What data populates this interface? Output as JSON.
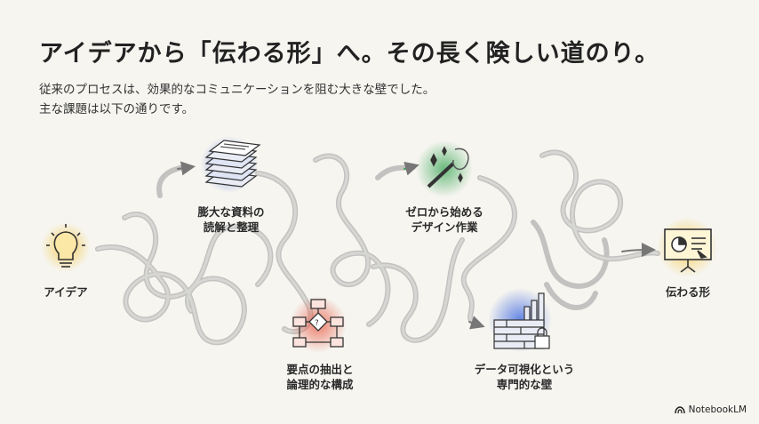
{
  "title": "アイデアから「伝わる形」へ。その長く険しい道のり。",
  "subtitle": {
    "line1": "従来のプロセスは、効果的なコミュニケーションを阻む大きな壁でした。",
    "line2": "主な課題は以下の通りです。"
  },
  "stages": {
    "idea": {
      "label": "アイデア",
      "icon": "lightbulb-icon",
      "glow": "#f5c542"
    },
    "materials": {
      "line1": "膨大な資料の",
      "line2": "読解と整理",
      "icon": "document-stack-icon",
      "glow": "#4a72d9"
    },
    "logic": {
      "line1": "要点の抽出と",
      "line2": "論理的な構成",
      "icon": "flowchart-icon",
      "glow": "#e8553f"
    },
    "design": {
      "line1": "ゼロから始める",
      "line2": "デザイン作業",
      "icon": "magic-wand-icon",
      "glow": "#3aa655"
    },
    "dataviz": {
      "line1": "データ可視化という",
      "line2": "専門的な壁",
      "icon": "brick-wall-lock-icon",
      "glow": "#3f68e0"
    },
    "result": {
      "label": "伝わる形",
      "icon": "presentation-board-icon",
      "glow": "#f5c542"
    }
  },
  "brand": "NotebookLM"
}
